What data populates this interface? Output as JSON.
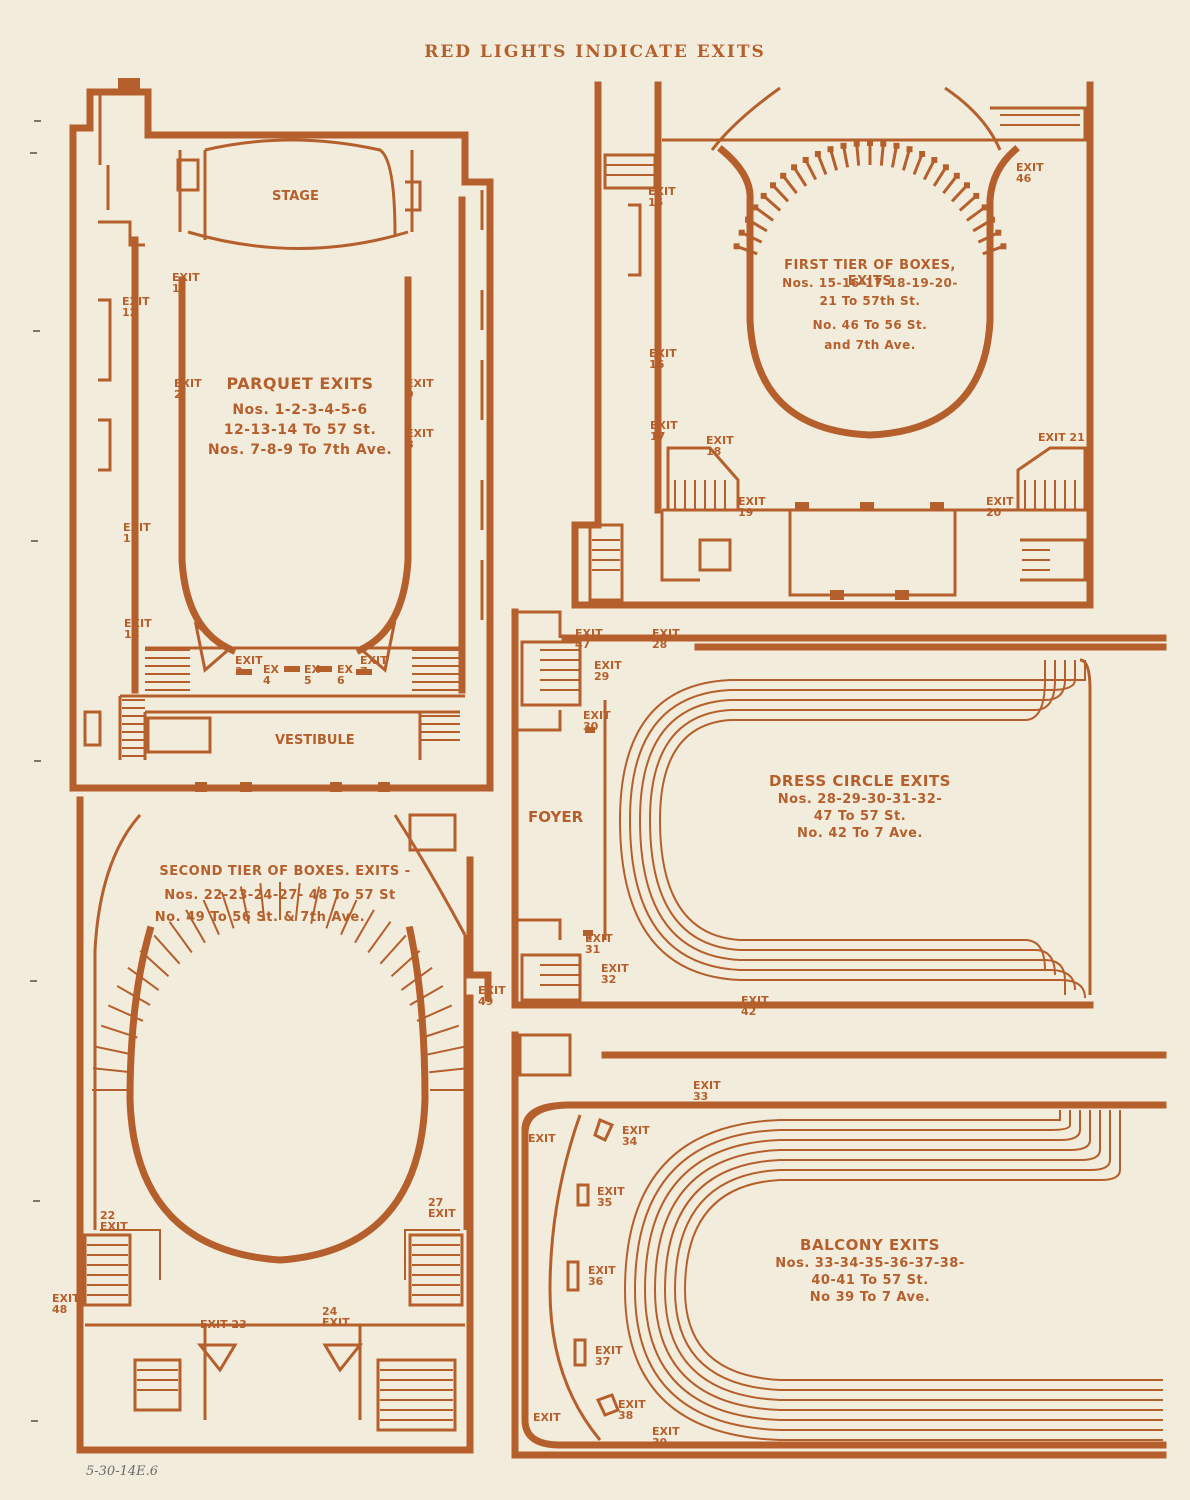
{
  "header": {
    "title": "RED LIGHTS INDICATE EXITS"
  },
  "colors": {
    "ink": "#b5602c",
    "paper": "#f2ecdd"
  },
  "plans": {
    "parquet": {
      "stage_label": "STAGE",
      "vestibule_label": "VESTIBULE",
      "title": "PARQUET EXITS",
      "lines": [
        "Nos. 1-2-3-4-5-6",
        "12-13-14 To 57 St.",
        "Nos. 7-8-9 To 7th Ave."
      ]
    },
    "first_tier": {
      "title": "FIRST TIER OF BOXES, EXITS",
      "lines": [
        "Nos. 15-16-17-18-19-20-",
        "21 To 57th St.",
        "No. 46 To 56 St.",
        "and 7th Ave."
      ]
    },
    "dress_circle": {
      "foyer_label": "FOYER",
      "title": "DRESS CIRCLE EXITS",
      "lines": [
        "Nos. 28-29-30-31-32-",
        "47 To 57 St.",
        "No. 42 To 7 Ave."
      ]
    },
    "second_tier": {
      "title": "SECOND TIER OF BOXES. EXITS -",
      "lines": [
        "Nos. 22-23-24-27- 48 To 57 St",
        "No. 49 To 56 St. & 7th Ave."
      ]
    },
    "balcony": {
      "title": "BALCONY EXITS",
      "lines": [
        "Nos. 33-34-35-36-37-38-",
        "40-41 To 57 St.",
        "No 39 To 7 Ave."
      ]
    }
  },
  "exits": {
    "e1": "EXIT\n1",
    "e2": "EXIT\n2",
    "e3": "EXIT\n3",
    "e4": "EX\n4",
    "e5": "EX\n5",
    "e6": "EX\n6",
    "e7": "EXIT\n7",
    "e8": "EXIT\n8",
    "e9": "EXIT\n9",
    "e12": "EXIT\n12",
    "e13": "EXIT\n13",
    "e14": "EXIT\n14",
    "e15": "EXIT\n15",
    "e16": "EXIT\n16",
    "e17": "EXIT\n17",
    "e18": "EXIT\n18",
    "e19": "EXIT\n19",
    "e20": "EXIT\n20",
    "e21": "EXIT 21",
    "e46": "EXIT\n46",
    "e47": "EXIT\n47",
    "e28": "EXIT\n28",
    "e29": "EXIT\n29",
    "e30": "EXIT\n30",
    "e31": "EXIT\n31",
    "e32": "EXIT\n32",
    "e42": "EXIT\n42",
    "e49": "EXIT\n49",
    "e22": "22\nEXIT",
    "e27": "27\nEXIT",
    "e48": "EXIT\n48",
    "e23": "EXIT 23",
    "e24": "24\nEXIT",
    "e33": "EXIT\n33",
    "eB": "EXIT",
    "e34": "EXIT\n34",
    "e35": "EXIT\n35",
    "e36": "EXIT\n36",
    "e37": "EXIT\n37",
    "e38": "EXIT\n38",
    "e39": "EXIT\n39",
    "e40": "EXIT"
  },
  "footer": {
    "handwritten": "5-30-14E.6"
  }
}
